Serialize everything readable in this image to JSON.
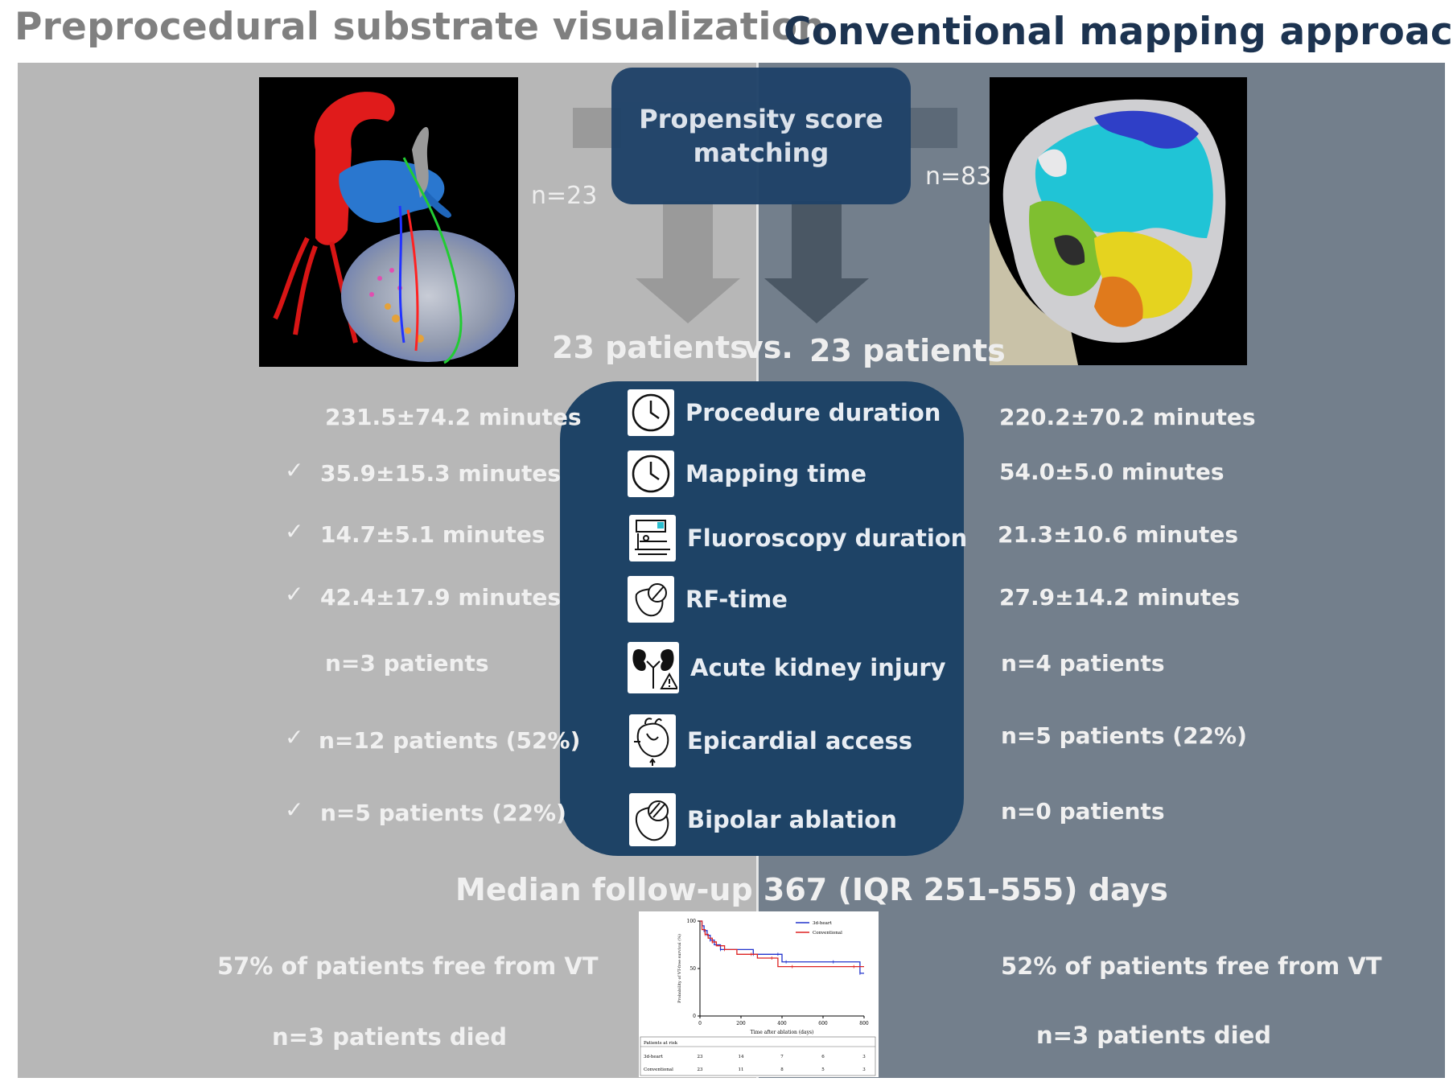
{
  "header": {
    "left_title": "Preprocedural substrate visualization",
    "right_title": "Conventional mapping approach"
  },
  "matching": {
    "box_label": "Propensity score matching",
    "left_n": "n=23",
    "right_n": "n=83",
    "left_group": "23 patients",
    "vs": "vs.",
    "right_group": "23 patients"
  },
  "parameters": [
    {
      "icon": "clock-icon",
      "label": "Procedure duration",
      "left": "231.5±74.2 minutes",
      "left_check": false,
      "right": "220.2±70.2 minutes"
    },
    {
      "icon": "clock-icon",
      "label": "Mapping time",
      "left": "35.9±15.3 minutes",
      "left_check": true,
      "right": "54.0±5.0 minutes"
    },
    {
      "icon": "fluoroscopy-icon",
      "label": "Fluoroscopy duration",
      "left": "14.7±5.1 minutes",
      "left_check": true,
      "right": "21.3±10.6 minutes"
    },
    {
      "icon": "heart-catheter-icon",
      "label": "RF-time",
      "left": "42.4±17.9 minutes",
      "left_check": true,
      "right": "27.9±14.2 minutes"
    },
    {
      "icon": "kidney-warning-icon",
      "label": "Acute kidney injury",
      "left": "n=3 patients",
      "left_check": false,
      "right": "n=4 patients"
    },
    {
      "icon": "heart-epicardial-icon",
      "label": "Epicardial access",
      "left": "n=12 patients (52%)",
      "left_check": true,
      "right": "n=5 patients (22%)"
    },
    {
      "icon": "heart-bipolar-icon",
      "label": "Bipolar ablation",
      "left": "n=5 patients (22%)",
      "left_check": true,
      "right": "n=0 patients"
    }
  ],
  "check_mark": "✓",
  "followup": {
    "median": "Median follow-up 367 (IQR 251-555) days",
    "left_free": "57% of patients free from VT",
    "right_free": "52% of patients free from VT",
    "left_died": "n=3 patients died",
    "right_died": "n=3 patients died"
  },
  "chart_data": {
    "type": "line",
    "title": "",
    "xlabel": "Time after ablation (days)",
    "ylabel": "Probability of VT-free survival (%)",
    "xlim": [
      0,
      800
    ],
    "ylim": [
      0,
      100
    ],
    "xticks": [
      "0",
      "200",
      "400",
      "600",
      "800"
    ],
    "yticks": [
      "0",
      "50",
      "100"
    ],
    "legend_position": "top-right",
    "series": [
      {
        "name": "3d-heart",
        "color": "#2233cc",
        "x": [
          0,
          10,
          20,
          35,
          50,
          70,
          100,
          160,
          260,
          300,
          380,
          400,
          420,
          550,
          650,
          750,
          780,
          800
        ],
        "y": [
          100,
          95,
          90,
          85,
          80,
          75,
          70,
          70,
          65,
          65,
          65,
          57,
          57,
          57,
          57,
          57,
          45,
          45
        ]
      },
      {
        "name": "Conventional",
        "color": "#dd2222",
        "x": [
          0,
          10,
          25,
          40,
          60,
          80,
          120,
          180,
          250,
          280,
          350,
          380,
          450,
          600,
          750,
          800
        ],
        "y": [
          100,
          91,
          86,
          82,
          78,
          74,
          70,
          65,
          65,
          61,
          61,
          52,
          52,
          52,
          52,
          52
        ]
      }
    ],
    "at_risk": {
      "title": "Patients at risk",
      "rows": [
        {
          "label": "3d-heart",
          "values": [
            "23",
            "14",
            "7",
            "6",
            "3"
          ]
        },
        {
          "label": "Conventional",
          "values": [
            "23",
            "11",
            "8",
            "5",
            "3"
          ]
        }
      ]
    }
  },
  "colors": {
    "left_panel": "#b7b7b7",
    "right_panel": "#737f8c",
    "center_box": "#1e4366",
    "right_title": "#1c3350",
    "left_title": "#808080"
  }
}
